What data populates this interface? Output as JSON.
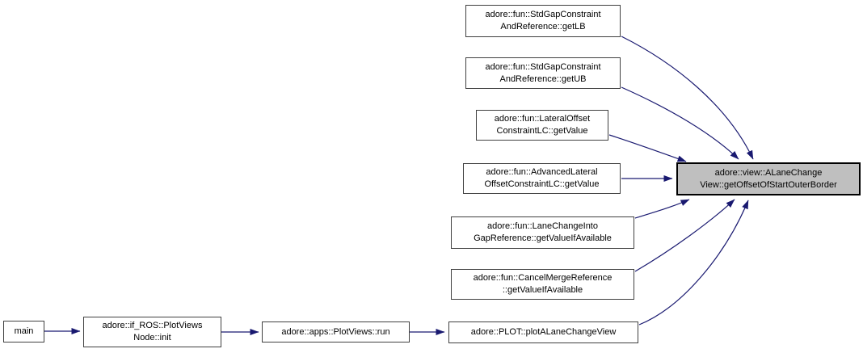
{
  "diagram": {
    "kind": "doxygen-call-graph",
    "colors": {
      "edge": "#191970",
      "node_border": "#404040",
      "node_fill": "#ffffff",
      "highlight_fill": "#bfbfbf",
      "highlight_border": "#000000",
      "text": "#000000",
      "background": "#ffffff"
    },
    "nodes": [
      {
        "id": "main",
        "label": "main",
        "highlighted": false
      },
      {
        "id": "plotviews-node-init",
        "label": "adore::if_ROS::PlotViews\nNode::init",
        "highlighted": false
      },
      {
        "id": "plotviews-run",
        "label": "adore::apps::PlotViews::run",
        "highlighted": false
      },
      {
        "id": "plot-alanechangeview",
        "label": "adore::PLOT::plotALaneChangeView",
        "highlighted": false
      },
      {
        "id": "stdgap-getlb",
        "label": "adore::fun::StdGapConstraint\nAndReference::getLB",
        "highlighted": false
      },
      {
        "id": "stdgap-getub",
        "label": "adore::fun::StdGapConstraint\nAndReference::getUB",
        "highlighted": false
      },
      {
        "id": "lateraloffset-getvalue",
        "label": "adore::fun::LateralOffset\nConstraintLC::getValue",
        "highlighted": false
      },
      {
        "id": "advancedlateral-getvalue",
        "label": "adore::fun::AdvancedLateral\nOffsetConstraintLC::getValue",
        "highlighted": false
      },
      {
        "id": "lanechangeintogap-getvalueifavailable",
        "label": "adore::fun::LaneChangeInto\nGapReference::getValueIfAvailable",
        "highlighted": false
      },
      {
        "id": "cancelmerge-getvalueifavailable",
        "label": "adore::fun::CancelMergeReference\n::getValueIfAvailable",
        "highlighted": false
      },
      {
        "id": "target-getoffsetofstartouterborder",
        "label": "adore::view::ALaneChange\nView::getOffsetOfStartOuterBorder",
        "highlighted": true
      }
    ],
    "edges": [
      {
        "from": "main",
        "to": "plotviews-node-init"
      },
      {
        "from": "plotviews-node-init",
        "to": "plotviews-run"
      },
      {
        "from": "plotviews-run",
        "to": "plot-alanechangeview"
      },
      {
        "from": "stdgap-getlb",
        "to": "target-getoffsetofstartouterborder"
      },
      {
        "from": "stdgap-getub",
        "to": "target-getoffsetofstartouterborder"
      },
      {
        "from": "lateraloffset-getvalue",
        "to": "target-getoffsetofstartouterborder"
      },
      {
        "from": "advancedlateral-getvalue",
        "to": "target-getoffsetofstartouterborder"
      },
      {
        "from": "lanechangeintogap-getvalueifavailable",
        "to": "target-getoffsetofstartouterborder"
      },
      {
        "from": "cancelmerge-getvalueifavailable",
        "to": "target-getoffsetofstartouterborder"
      },
      {
        "from": "plot-alanechangeview",
        "to": "target-getoffsetofstartouterborder"
      }
    ]
  }
}
